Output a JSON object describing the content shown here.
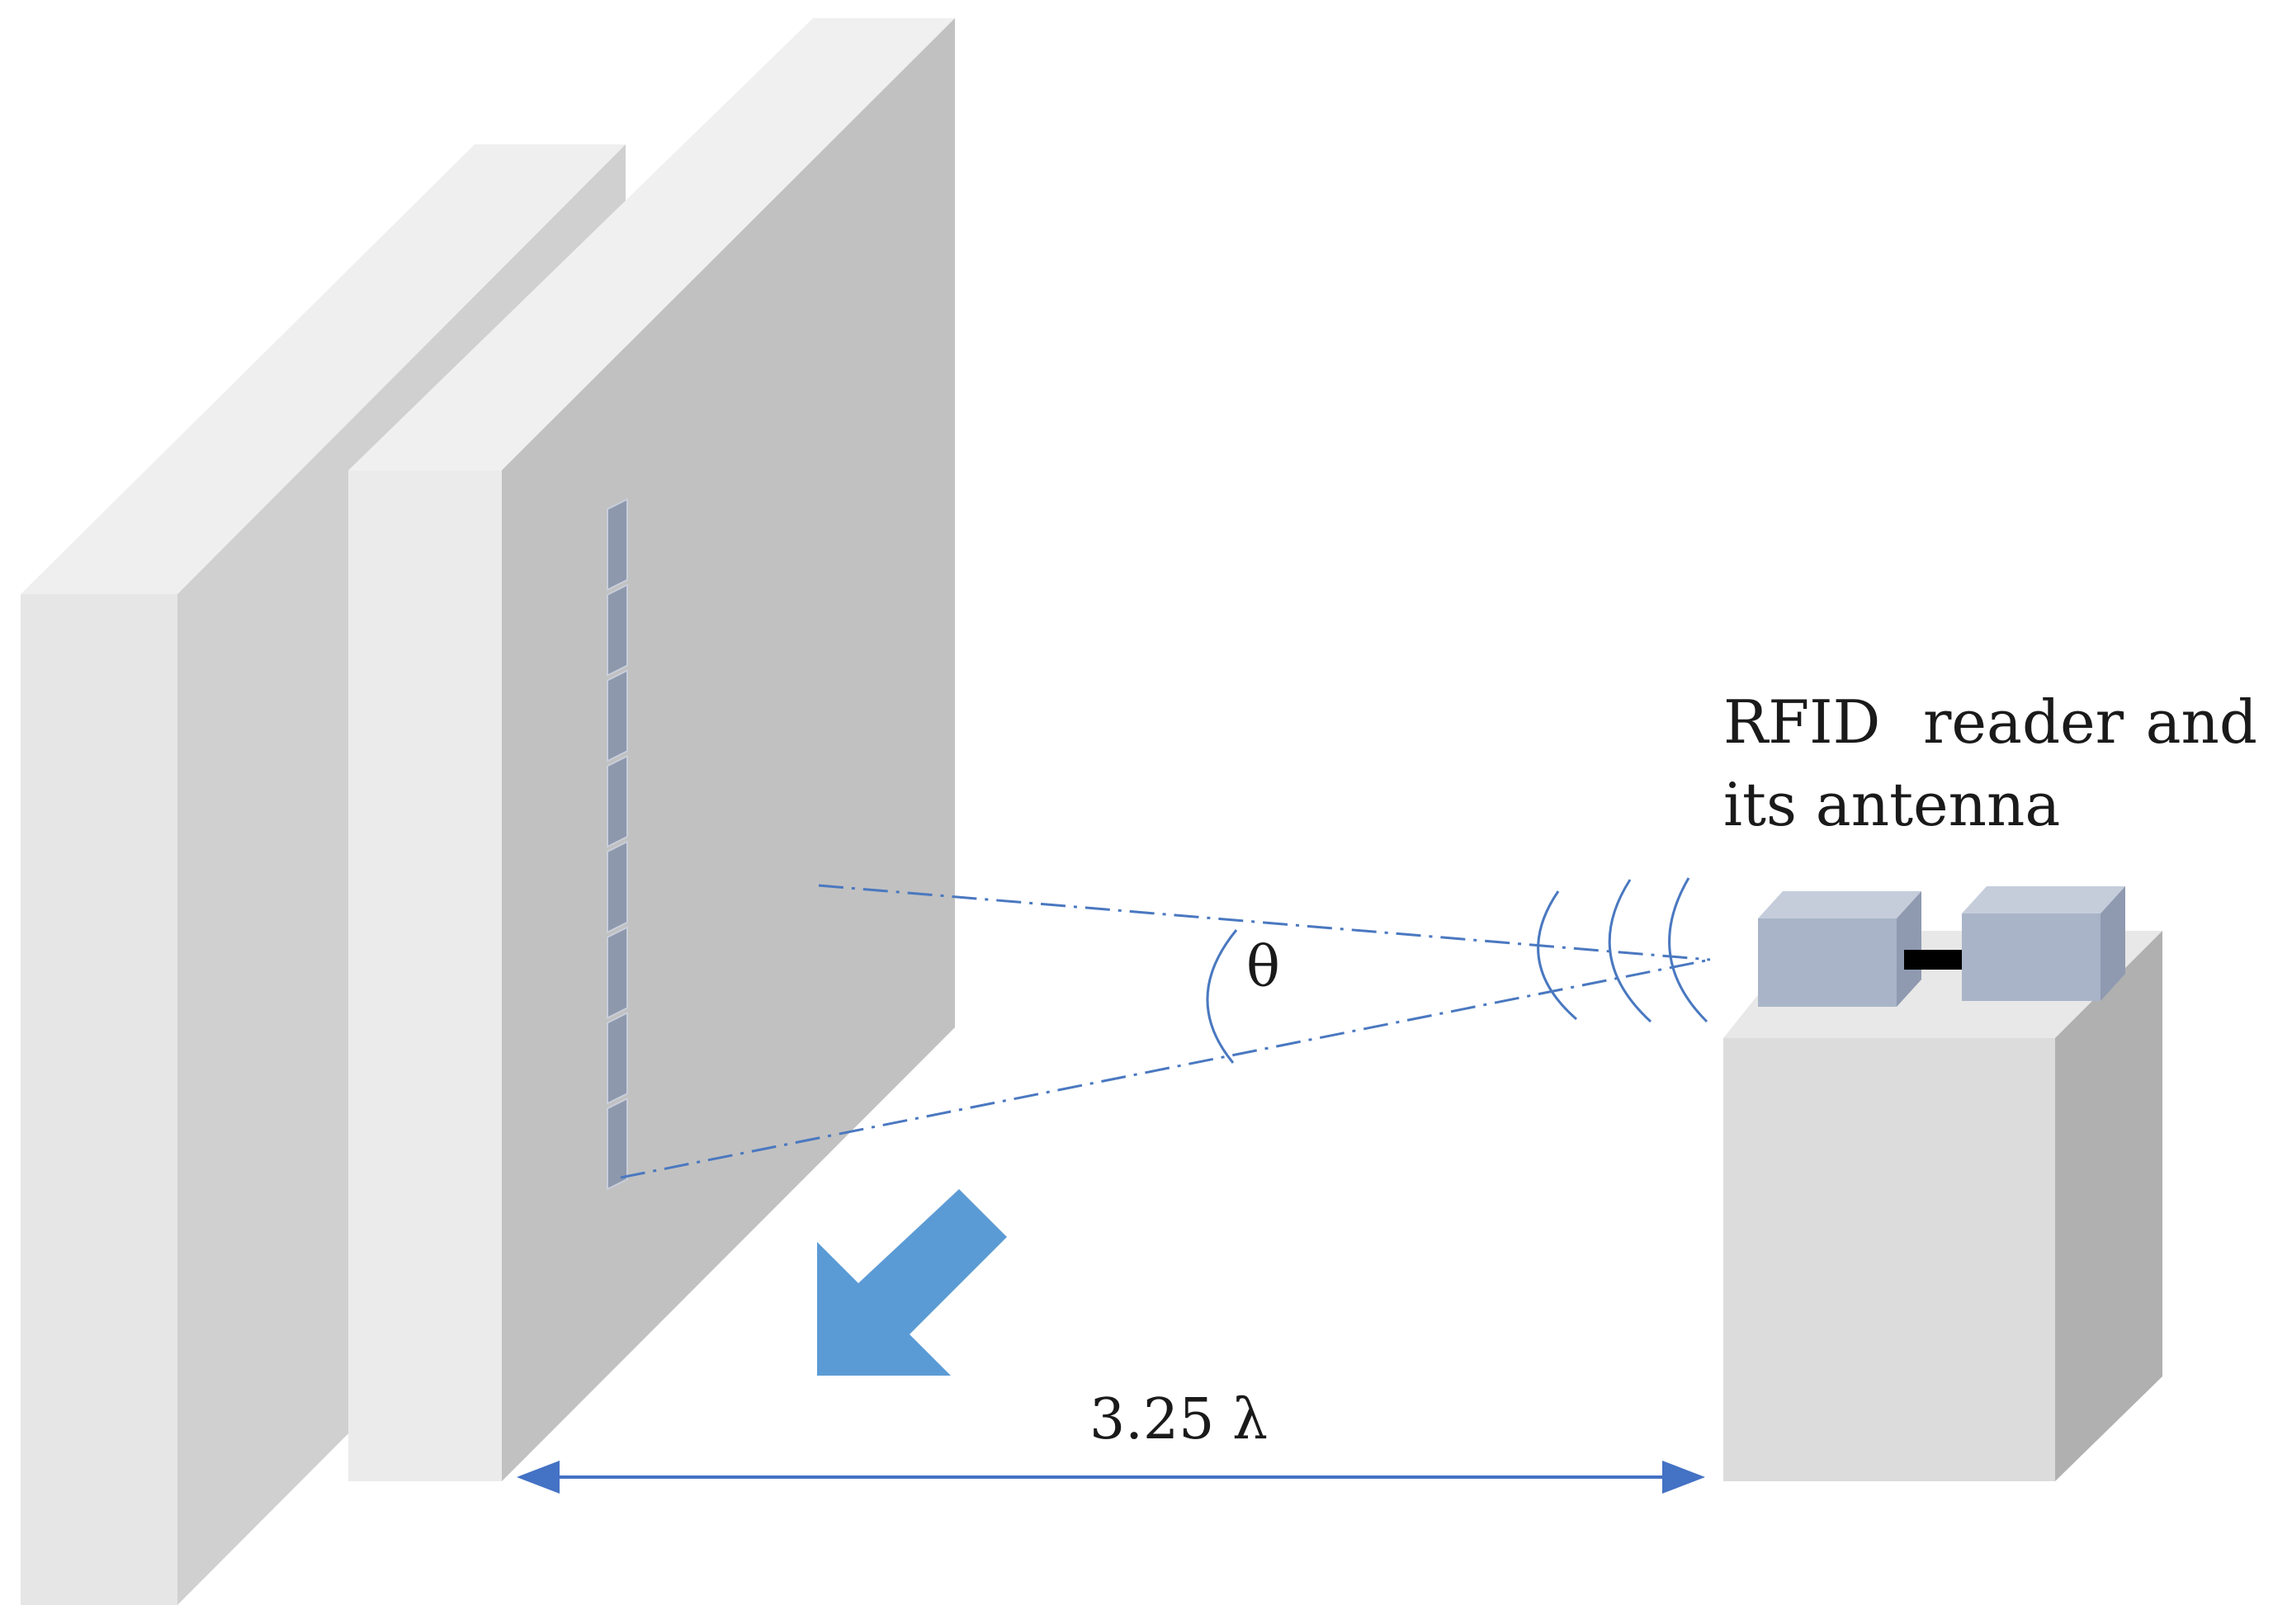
{
  "labels": {
    "reader_line1": "RFID",
    "reader_line1b": "reader",
    "reader_line1c": "and",
    "reader_line2": "its antenna",
    "angle": "θ",
    "distance": "3.25 λ"
  },
  "colors": {
    "wall_face_back": "#e6e6e6",
    "wall_top_back": "#efefef",
    "wall_side_back": "#d0d0d0",
    "wall_face_front": "#ebebeb",
    "wall_side_front": "#c1c1c1",
    "wall_top_front": "#f0f0f0",
    "tag_strip": "#8e98ad",
    "dashed_line": "#4a78c0",
    "wave": "#4a78c0",
    "arrow_fill": "#5b9bd5",
    "dimension_arrow": "#4472c4",
    "box_front": "#dcdcdc",
    "box_side": "#b0b0b0",
    "box_top": "#e8e8e8",
    "antenna_front": "#a9b4c8",
    "antenna_side": "#8f9ab0",
    "antenna_top": "#c5cddb",
    "connector": "#000000"
  }
}
